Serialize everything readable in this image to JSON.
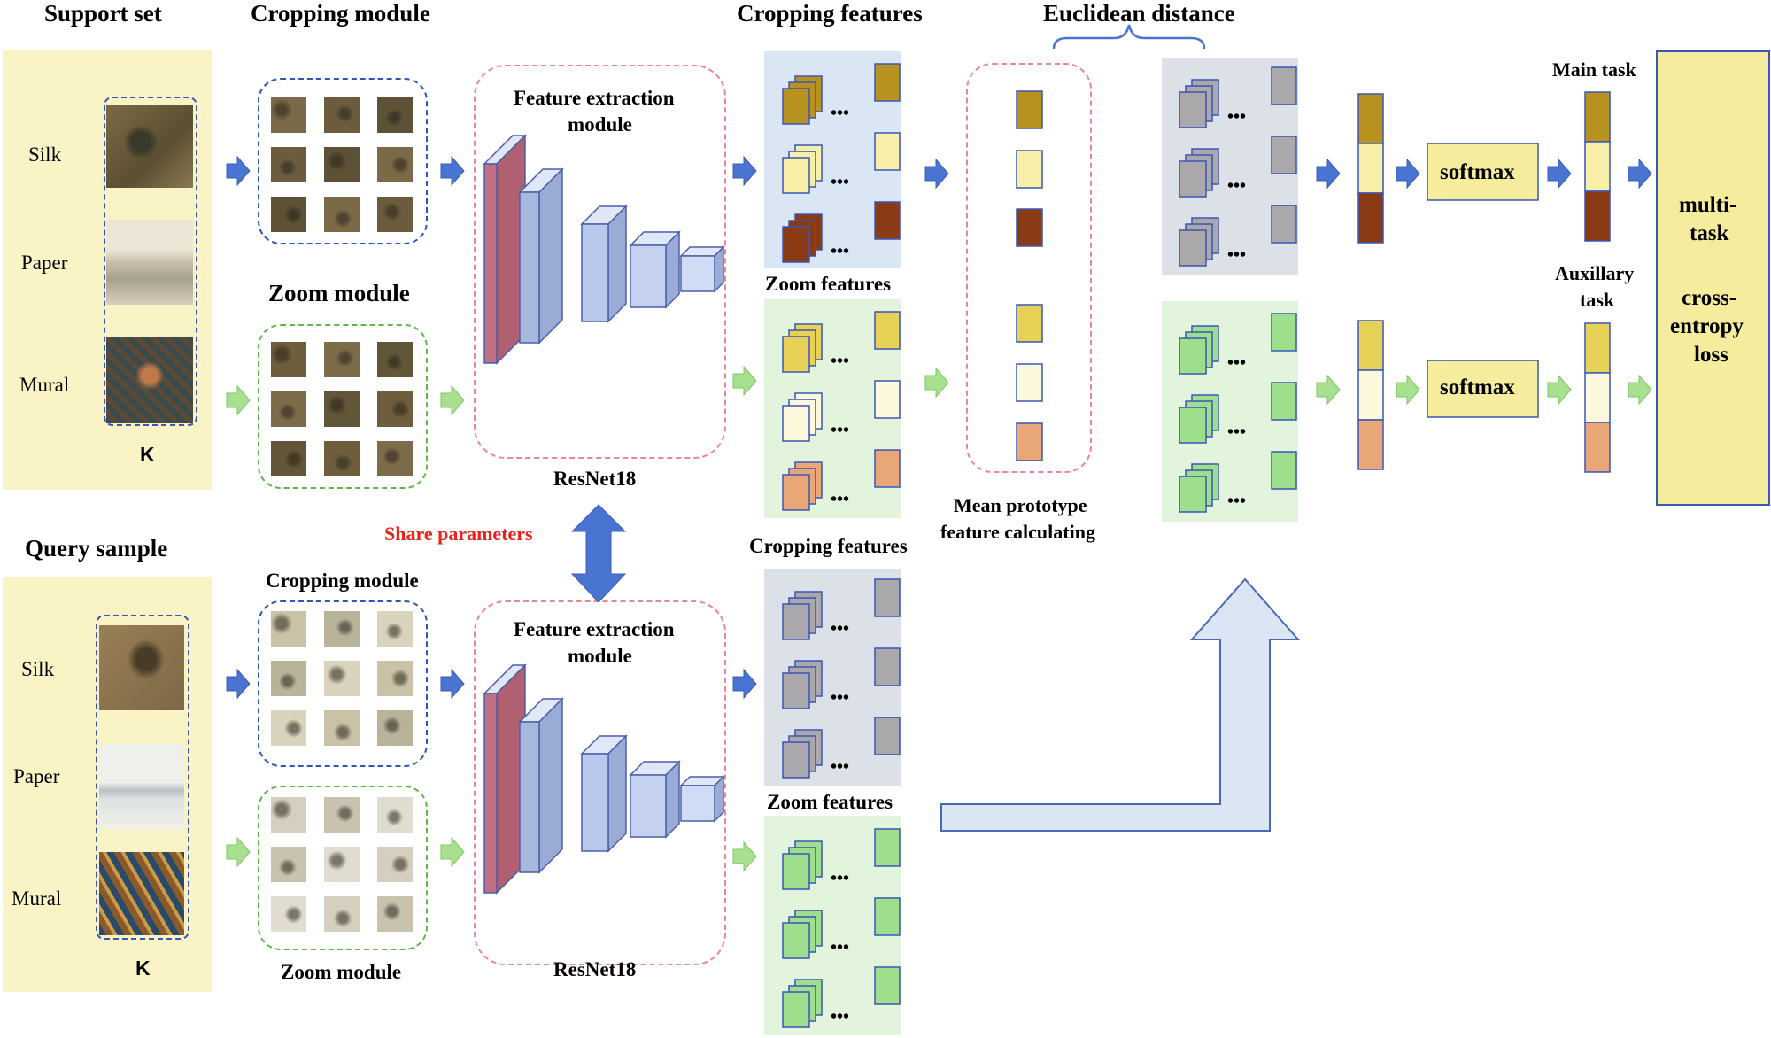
{
  "headers": {
    "support_set": "Support set",
    "cropping_module_top": "Cropping module",
    "zoom_module_top": "Zoom module",
    "cropping_features_top": "Cropping features",
    "zoom_features_top": "Zoom features",
    "euclidean_distance": "Euclidean distance",
    "main_task": "Main task",
    "auxiliary_task_line1": "Auxillary",
    "auxiliary_task_line2": "task",
    "query_sample": "Query sample",
    "cropping_module_bottom": "Cropping module",
    "zoom_module_bottom": "Zoom module",
    "cropping_features_bottom": "Cropping features",
    "zoom_features_bottom": "Zoom features",
    "share_parameters": "Share parameters",
    "mean_prototype_line1": "Mean prototype",
    "mean_prototype_line2": "feature calculating"
  },
  "support_labels": {
    "silk": "Silk",
    "paper": "Paper",
    "mural": "Mural",
    "k": "K"
  },
  "query_labels": {
    "silk": "Silk",
    "paper": "Paper",
    "mural": "Mural",
    "k": "K"
  },
  "extractor_top": {
    "title_line1": "Feature extraction",
    "title_line2": "module",
    "backbone": "ResNet18"
  },
  "extractor_bottom": {
    "title_line1": "Feature extraction",
    "title_line2": "module",
    "backbone": "ResNet18"
  },
  "softmax_top": "softmax",
  "softmax_bottom": "softmax",
  "loss_box": {
    "line1": "multi-",
    "line2": "task",
    "line3": "cross-",
    "line4": "entropy",
    "line5": "loss"
  },
  "ellipsis": "•••",
  "colors": {
    "support_bg": "#f9f3c6",
    "crop_feat_bg": "#dbe6f5",
    "zoom_feat_bg": "#e3f4dc",
    "distance_bg": "#dce1e8",
    "blue_arrow": "#4a74d1",
    "green_arrow": "#a8e08f",
    "crop_class_1": "#b8921f",
    "crop_class_2": "#f8f0a9",
    "crop_class_3": "#8a3a14",
    "zoom_class_1": "#e8d157",
    "zoom_class_2": "#fbf8dc",
    "zoom_class_3": "#e9a676",
    "query_grey": "#aba8ab",
    "query_green": "#9edf8d",
    "softmax_fill": "#f5ec9e",
    "loss_fill": "#f5ec9e",
    "share_text": "#e8231d"
  }
}
